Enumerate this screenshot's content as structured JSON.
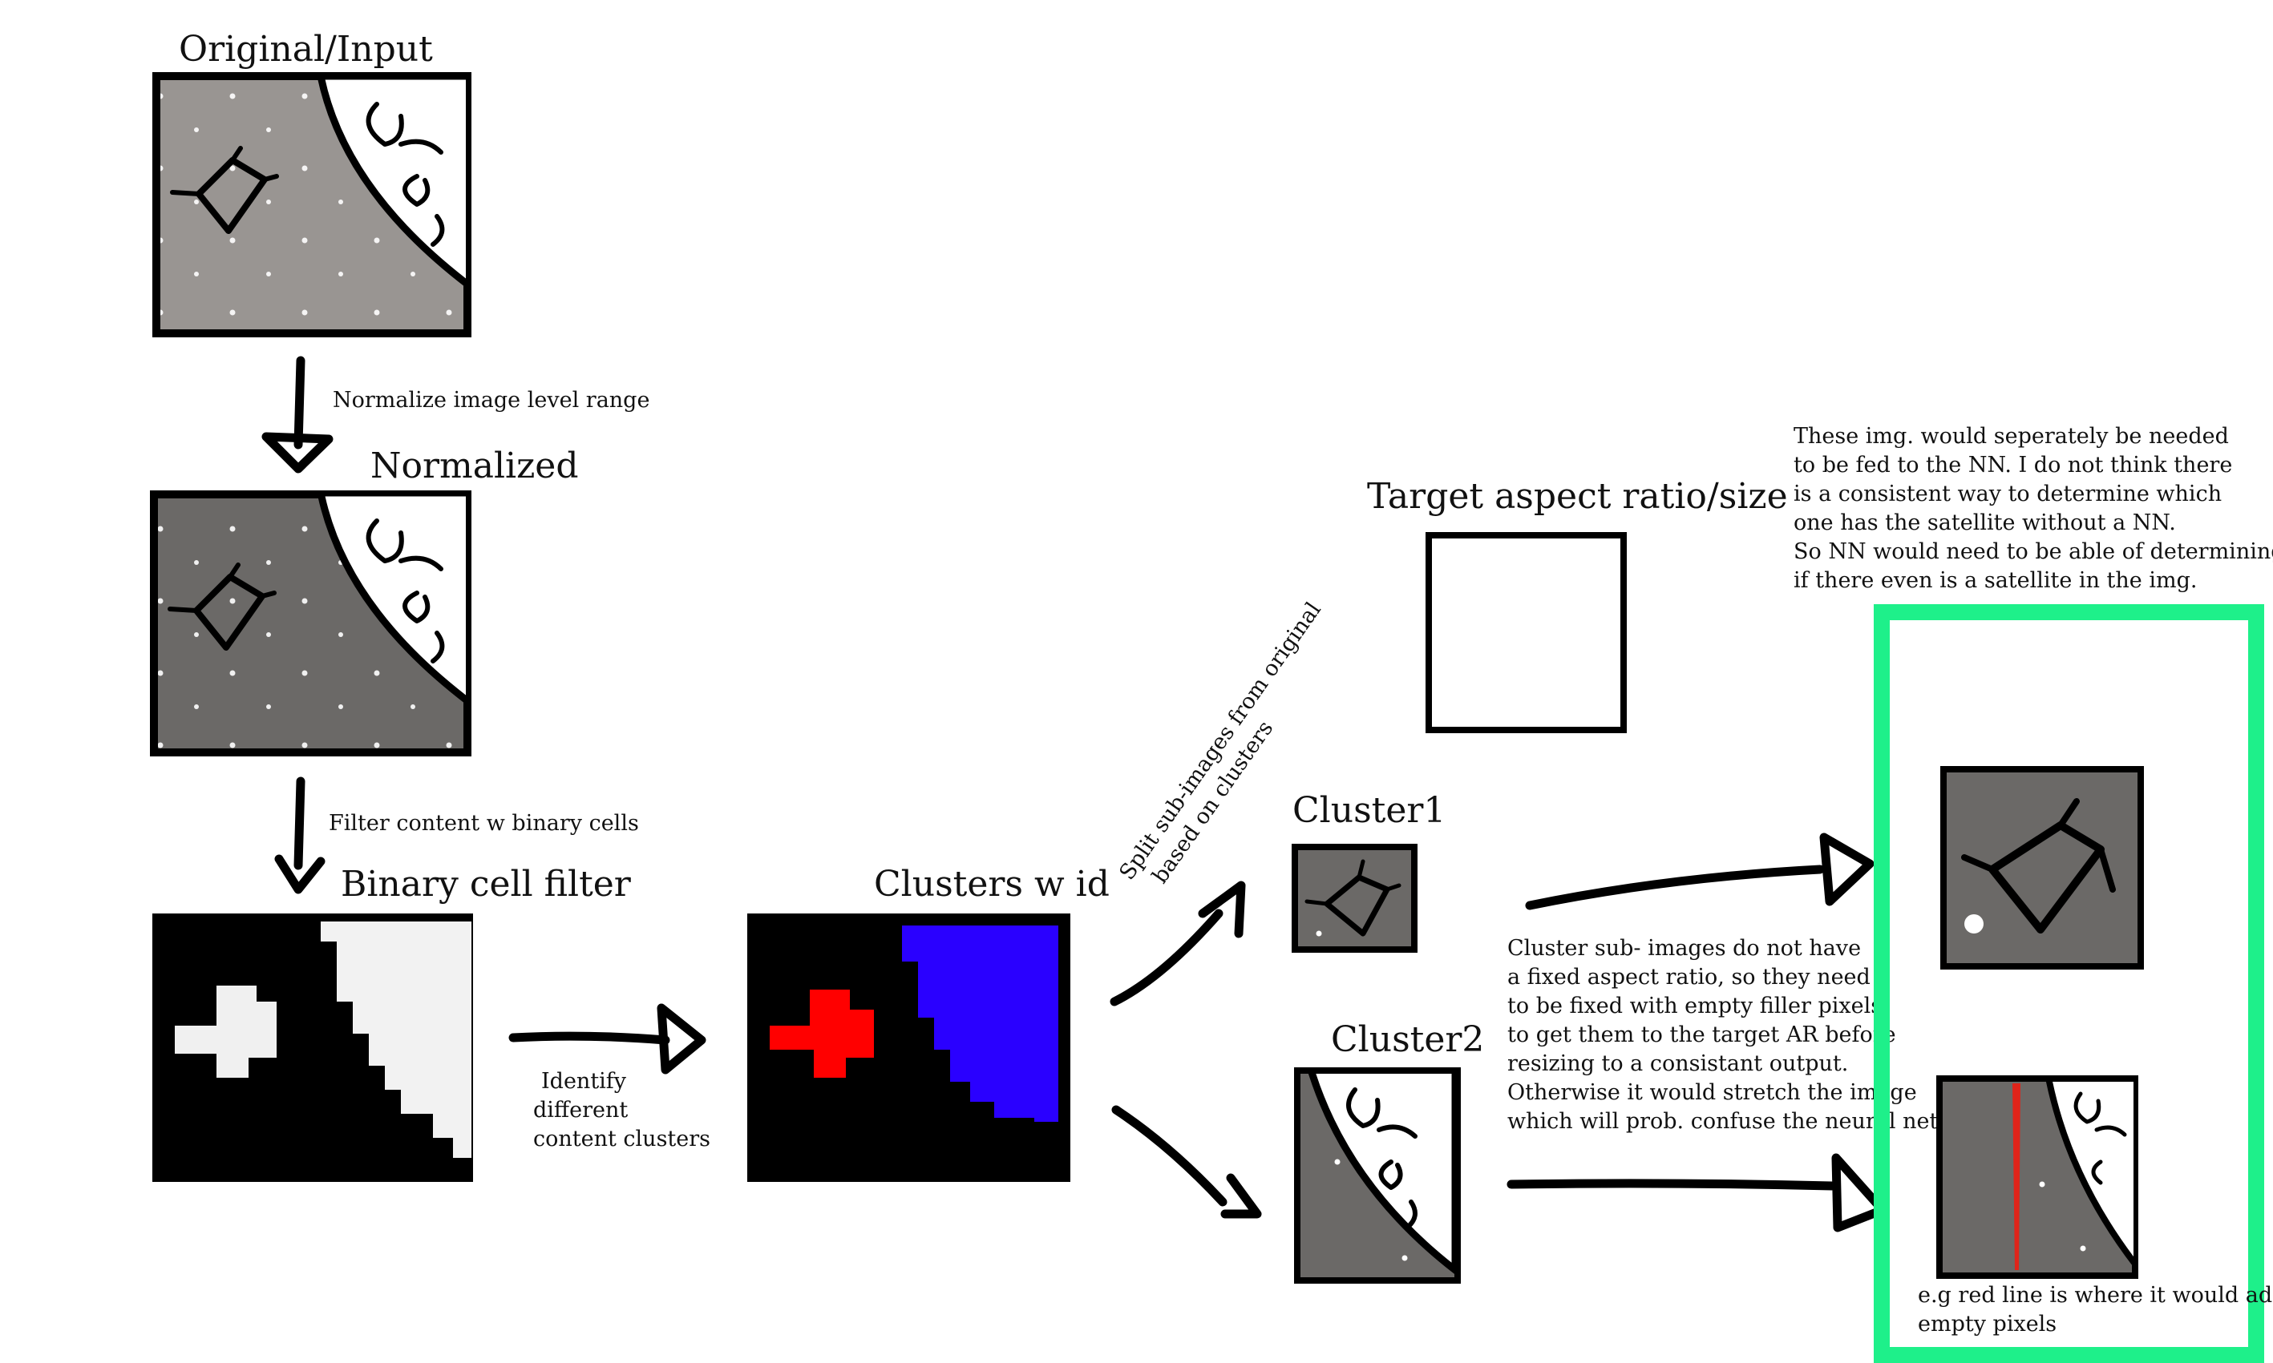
{
  "titles": {
    "original": "Original/Input",
    "normalized": "Normalized",
    "binary": "Binary cell filter",
    "clusters": "Clusters w id",
    "target": "Target aspect ratio/size",
    "cluster1": "Cluster1",
    "cluster2": "Cluster2"
  },
  "steps": {
    "normalize": "Normalize image level range",
    "filter": "Filter content w binary cells",
    "identify": [
      "Identify",
      "different",
      "content clusters"
    ],
    "split": [
      "Split sub-images from  original",
      "based on clusters"
    ]
  },
  "notes": {
    "nn": [
      "These img. would seperately be needed",
      "to be fed to the NN. I do not think there",
      "is a consistent way to determine which",
      "one has the satellite without a NN.",
      "So NN would need to be able of determining",
      "if there even is a satellite in the img."
    ],
    "aspect": [
      "Cluster sub- images do not have",
      "a fixed aspect ratio, so they need",
      "to be fixed with empty filler pixels",
      "to get them to the target AR before",
      "resizing to a consistant output.",
      "Otherwise it would stretch the image",
      "which will prob. confuse the neural net."
    ],
    "redline": [
      "e.g red line is where it would add",
      "empty pixels"
    ]
  },
  "colors": {
    "space_original": "#999592",
    "space_normalized": "#6b6967",
    "cluster_red": "#ff0000",
    "cluster_blue": "#2a00ff",
    "output_border": "#1ef08a",
    "filler_line": "#e0241a"
  }
}
